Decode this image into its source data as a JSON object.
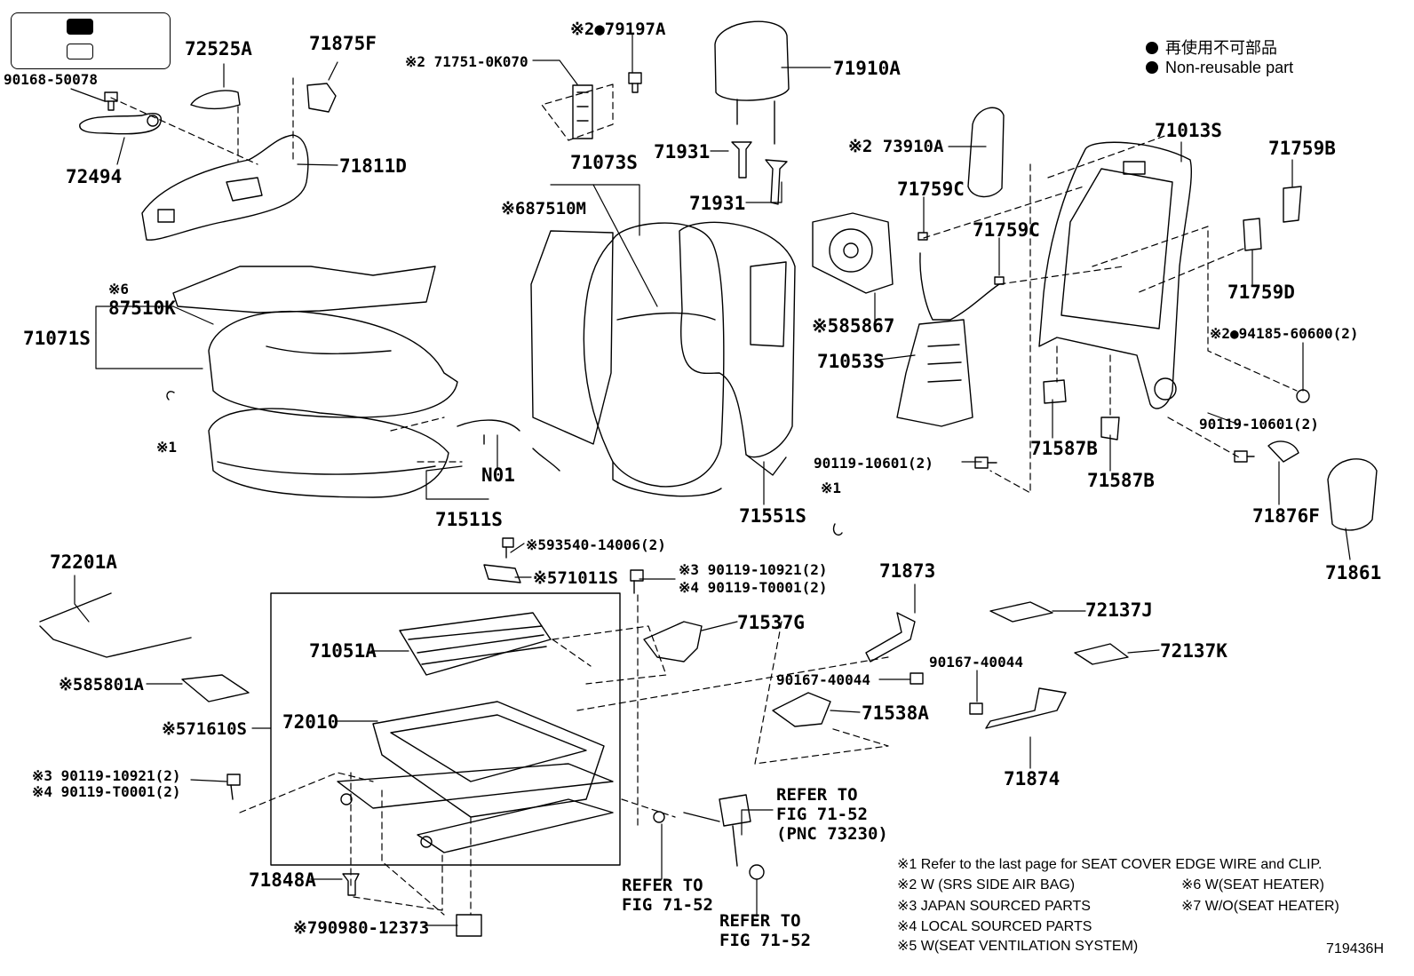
{
  "legend": {
    "jp_label": "再使用不可部品",
    "en_label": "Non-reusable part"
  },
  "labels": {
    "p90168": "90168-50078",
    "p72525A": "72525A",
    "p71875F": "71875F",
    "p72494": "72494",
    "p71811D": "71811D",
    "p79197A": "※2●79197A",
    "p71751": "※2 71751-0K070",
    "p71910A": "71910A",
    "p71931a": "71931",
    "p71931b": "71931",
    "p71073S": "71073S",
    "p87510M": "※687510M",
    "p73910A": "※2 73910A",
    "p71759C1": "71759C",
    "p71759C2": "71759C",
    "p71013S": "71013S",
    "p71759B": "71759B",
    "p71759D": "71759D",
    "p94185": "※2●94185-60600(2)",
    "p85867": "※585867",
    "p71053S": "71053S",
    "p87510K_mark": "※6",
    "p87510K": "87510K",
    "p71071S": "71071S",
    "p_mark1a": "※1",
    "pN01": "N01",
    "p71511S": "71511S",
    "p71551S": "71551S",
    "p90119_10601a": "90119-10601(2)",
    "p90119_10601b": "90119-10601(2)",
    "p71587Ba": "71587B",
    "p71587Bb": "71587B",
    "p71876F": "71876F",
    "p71861": "71861",
    "p_mark1b": "※1",
    "p72201A": "72201A",
    "p93540": "※593540-14006(2)",
    "p71011S": "※571011S",
    "p90119_10921a": "※3 90119-10921(2)",
    "p90119_T0001a": "※4 90119-T0001(2)",
    "p71873": "71873",
    "p72137J": "72137J",
    "p72137K": "72137K",
    "p71537G": "71537G",
    "p71051A": "71051A",
    "p85801A": "※585801A",
    "p71610S": "※571610S",
    "p72010": "72010",
    "p90167a": "90167-40044",
    "p90167b": "90167-40044",
    "p71538A": "71538A",
    "p71874": "71874",
    "p90119_10921b": "※3 90119-10921(2)",
    "p90119_T0001b": "※4 90119-T0001(2)",
    "p71848A": "71848A",
    "p90980": "※790980-12373",
    "ref1": "REFER TO",
    "ref1b": "FIG 71-52",
    "ref1c": "(PNC 73230)",
    "ref2": "REFER TO",
    "ref2b": "FIG 71-52",
    "ref3": "REFER TO",
    "ref3b": "FIG 71-52"
  },
  "notes": [
    "※1  Refer to the last page for SEAT COVER EDGE WIRE and CLIP.",
    "※2  W (SRS SIDE AIR BAG)",
    "※3  JAPAN SOURCED PARTS",
    "※4  LOCAL SOURCED PARTS",
    "※5  W(SEAT VENTILATION SYSTEM)",
    "※6  W(SEAT HEATER)",
    "※7  W/O(SEAT HEATER)"
  ],
  "figure_code": "719436H"
}
